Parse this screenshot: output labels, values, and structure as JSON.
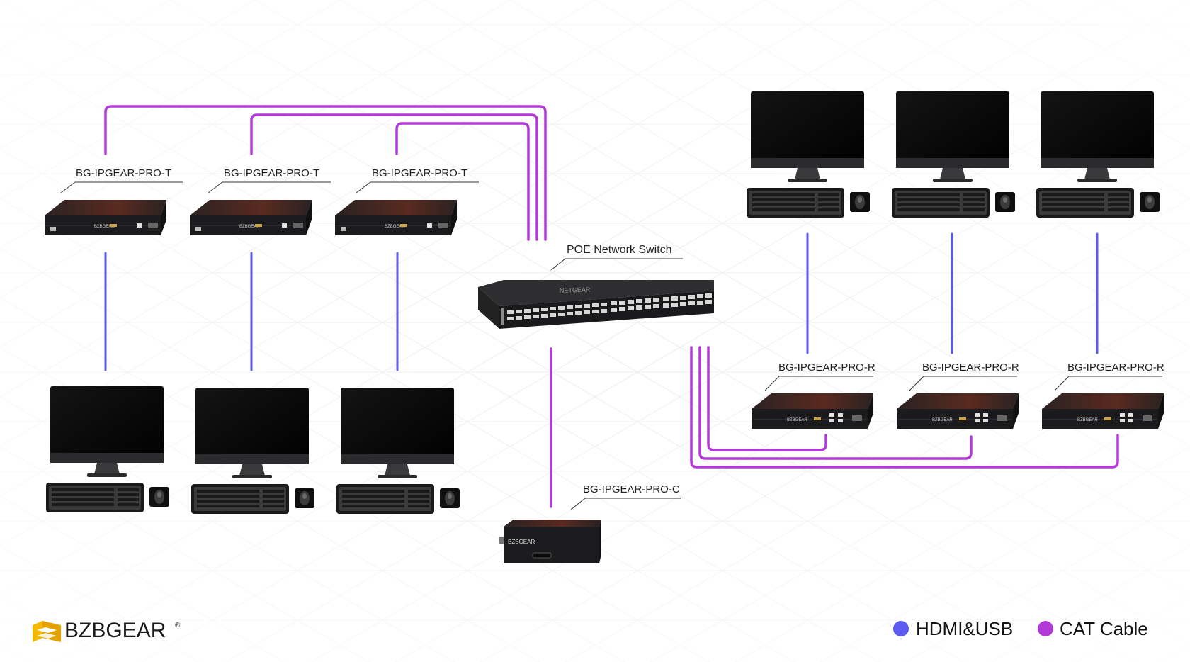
{
  "colors": {
    "hdmi_usb": "#5b5bf0",
    "cat_cable": "#b43ad8",
    "device_body": "#1c1c1e",
    "device_top": "#3a2a26",
    "accent_red": "#8a2416",
    "brand_yellow": "#f5b800"
  },
  "labels": {
    "transmitter_1": "BG-IPGEAR-PRO-T",
    "transmitter_2": "BG-IPGEAR-PRO-T",
    "transmitter_3": "BG-IPGEAR-PRO-T",
    "switch": "POE Network Switch",
    "receiver_1": "BG-IPGEAR-PRO-R",
    "receiver_2": "BG-IPGEAR-PRO-R",
    "receiver_3": "BG-IPGEAR-PRO-R",
    "controller": "BG-IPGEAR-PRO-C"
  },
  "device_text": {
    "device_brand": "BZBGEAR",
    "switch_brand": "NETGEAR"
  },
  "legend": {
    "hdmi_usb": "HDMI&USB",
    "cat_cable": "CAT Cable"
  },
  "brand": {
    "name": "BZBGEAR",
    "registered": "®"
  },
  "icons": {
    "workstation": "monitor-keyboard-mouse",
    "brand_logo": "bzbgear-logo-icon"
  }
}
